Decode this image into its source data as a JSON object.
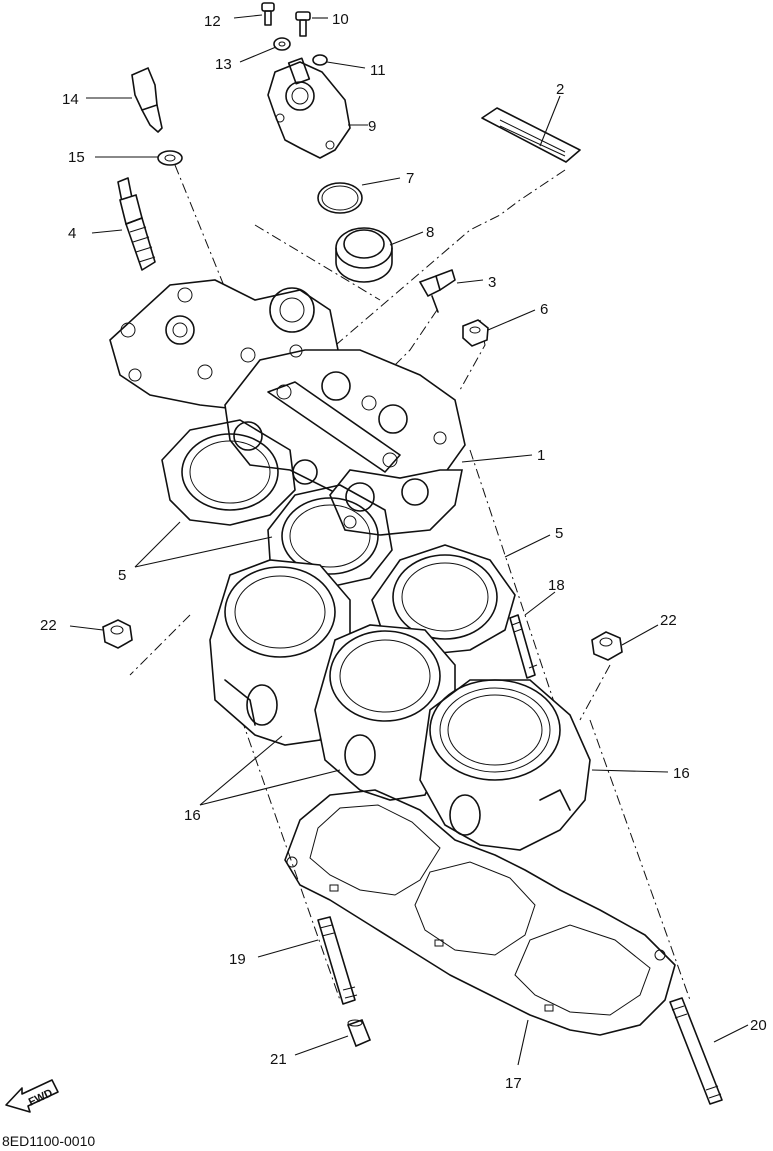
{
  "diagram": {
    "code": "8ED1100-0010",
    "fwd_label": "FWD",
    "callouts": {
      "c1": "1",
      "c2": "2",
      "c3": "3",
      "c4": "4",
      "c5a": "5",
      "c5b": "5",
      "c6": "6",
      "c7": "7",
      "c8": "8",
      "c9": "9",
      "c10": "10",
      "c11": "11",
      "c12": "12",
      "c13": "13",
      "c14": "14",
      "c15": "15",
      "c16a": "16",
      "c16b": "16",
      "c17": "17",
      "c18": "18",
      "c19": "19",
      "c20": "20",
      "c21": "21",
      "c22a": "22",
      "c22b": "22"
    }
  }
}
